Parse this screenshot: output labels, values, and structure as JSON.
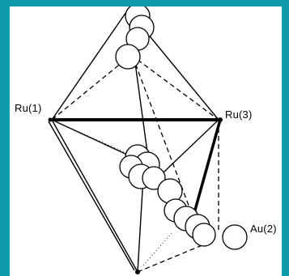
{
  "colors": {
    "frame": "#0f9aa9",
    "panel": "#ffffff",
    "ink": "#000000"
  },
  "labels": {
    "ru1": "Ru(1)",
    "ru3": "Ru(3)",
    "au2": "Au(2)"
  }
}
